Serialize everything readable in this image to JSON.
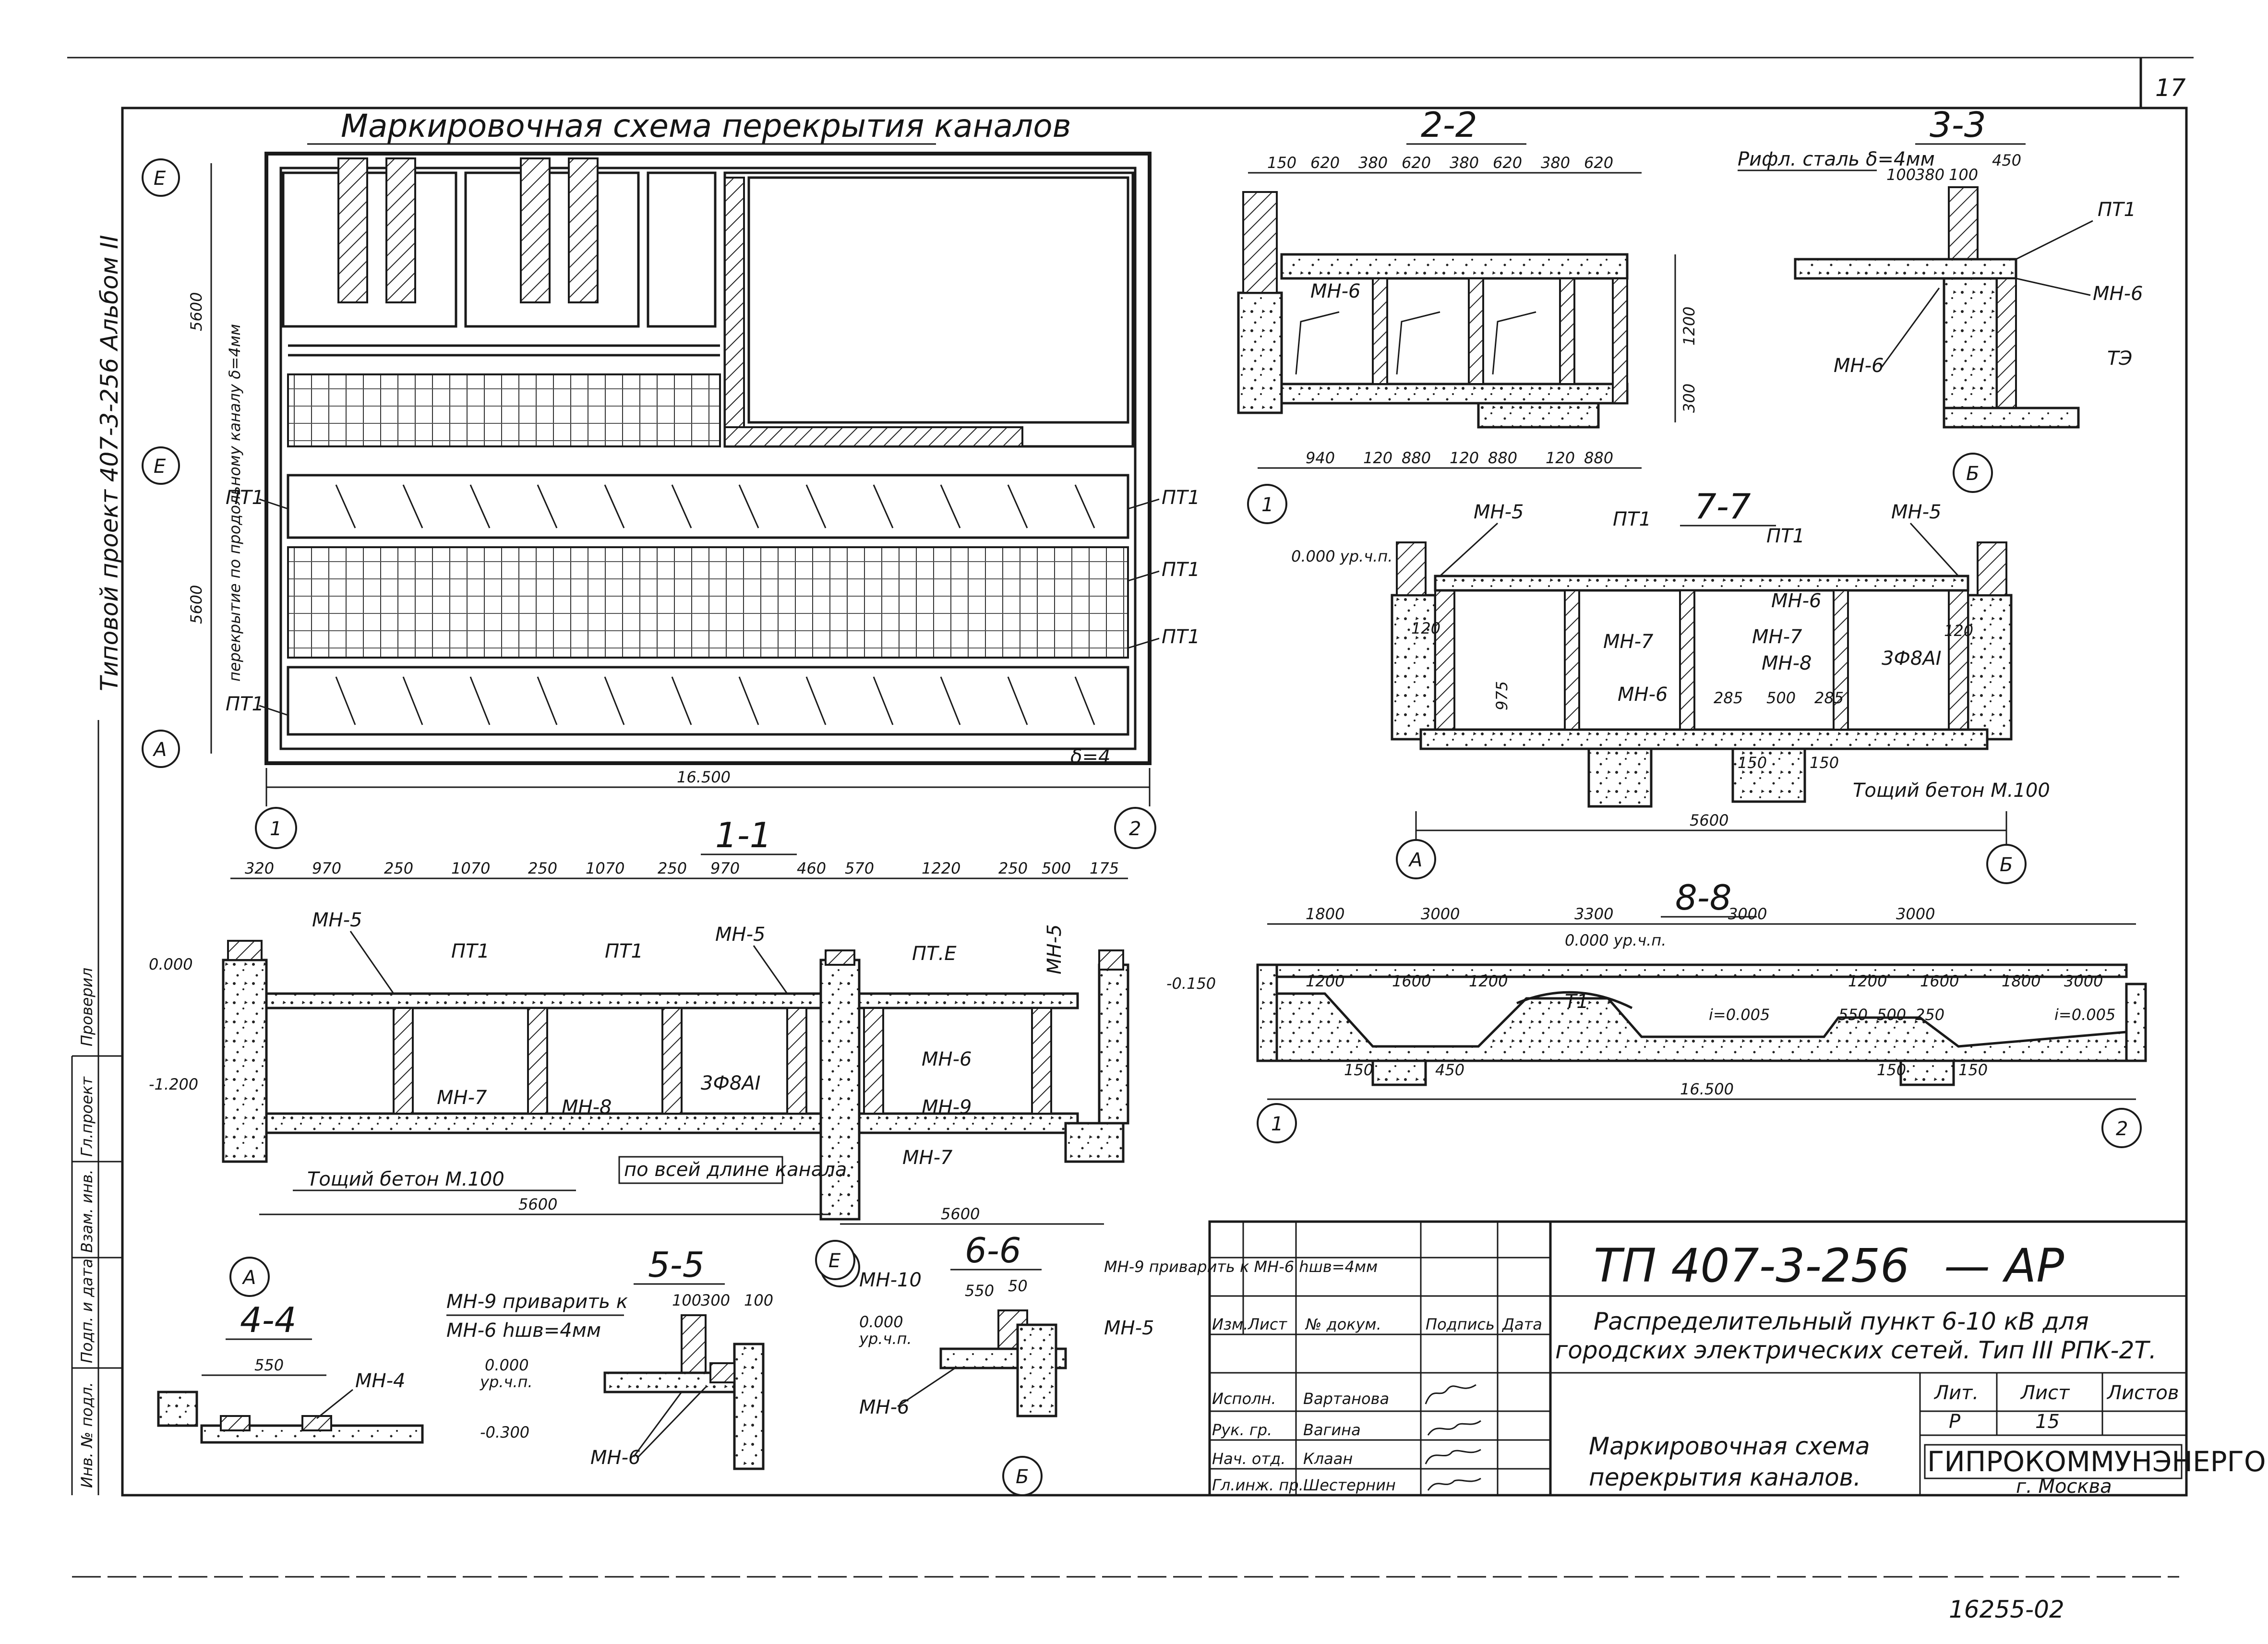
{
  "sheet": {
    "page_number": "17",
    "doc_code": "ТП 407-3-256",
    "doc_suffix": "— АР",
    "bottom_code": "16255-02",
    "side_stamp": "Типовой проект 407-3-256 Альбом II",
    "left_strip": [
      "Гл.проект",
      "Проверил",
      "Взам. инв.",
      "Подп. и дата",
      "Инв. № подл."
    ]
  },
  "plan": {
    "title": "Маркировочная схема перекрытия каналов",
    "dim_height": "5600",
    "dim_width": "16.500",
    "dim_side": "5600",
    "axes_left": [
      "Е",
      "Е",
      "А"
    ],
    "axes_bottom": [
      "1",
      "2"
    ],
    "labels": [
      "ПТ1",
      "ПТ1",
      "ПТ1",
      "ПТ1",
      "ПТ1"
    ],
    "note_left": "перекрытие по продольному каналу δ=4мм",
    "note_steel": "δ=4"
  },
  "section_2_2": {
    "title": "2-2",
    "dims_top": [
      "150",
      "620",
      "380",
      "620",
      "380",
      "620",
      "380",
      "620"
    ],
    "dims_bottom": [
      "940",
      "120",
      "880",
      "120",
      "880",
      "120",
      "880"
    ],
    "dims_side": [
      "1200",
      "300"
    ],
    "labels": [
      "МН-6"
    ],
    "axis": "1"
  },
  "section_3_3": {
    "title": "3-3",
    "note": "Рифл. сталь δ=4мм",
    "dims": [
      "100",
      "380",
      "100",
      "450"
    ],
    "labels": [
      "ПТ1",
      "МН-6",
      "МН-6",
      "ТЭ"
    ],
    "axis": "Б"
  },
  "section_7_7": {
    "title": "7-7",
    "level": "0.000 ур.ч.п.",
    "labels": [
      "МН-5",
      "ПТ1",
      "ПТ1",
      "МН-5",
      "МН-7",
      "МН-7",
      "МН-6",
      "МН-8",
      "3Ф8АI",
      "МН-6"
    ],
    "dims": [
      "120",
      "975",
      "285",
      "500",
      "285",
      "150",
      "150",
      "120"
    ],
    "note": "Тощий бетон М.100",
    "dim_total": "5600",
    "axes": [
      "А",
      "Б"
    ]
  },
  "section_1_1": {
    "title": "1-1",
    "dims_top": [
      "320",
      "970",
      "250",
      "1070",
      "250",
      "1070",
      "250",
      "970",
      "460",
      "570",
      "1220",
      "250",
      "500",
      "175"
    ],
    "labels": [
      "МН-5",
      "ПТ1",
      "ПТ1",
      "МН-5",
      "ПТ.Е",
      "МН-5",
      "МН-6",
      "МН-7",
      "МН-8",
      "3Ф8АI",
      "МН-9",
      "МН-7"
    ],
    "level_left": "0.000",
    "level_right": "-0.150",
    "level_bottom": "-1.200",
    "note_concrete": "Тощий бетон М.100",
    "note_length": "по всей длине канала",
    "dim_total_1": "5600",
    "dim_total_2": "5600",
    "axes": [
      "А",
      "Е"
    ]
  },
  "section_8_8": {
    "title": "8-8",
    "dims_top": [
      "1800",
      "3000",
      "3300",
      "3000",
      "3000"
    ],
    "dims_inner": [
      "1200",
      "1600",
      "1200",
      "1200",
      "1600",
      "1800",
      "3000"
    ],
    "level": "0.000 ур.ч.п.",
    "labels": [
      "Т1"
    ],
    "slope_marks": [
      "i=0.005",
      "i=0.005"
    ],
    "dims_bottom": [
      "150",
      "450",
      "550",
      "500",
      "250",
      "150",
      "150"
    ],
    "dim_total": "16.500",
    "axes": [
      "1",
      "2"
    ]
  },
  "section_4_4": {
    "title": "4-4",
    "dim": "550",
    "label": "МН-4"
  },
  "section_5_5": {
    "title": "5-5",
    "note_line1": "МН-9 приварить к",
    "note_line2": "МН-6 hшв=4мм",
    "dims": [
      "100",
      "300",
      "100"
    ],
    "level_1": "0.000",
    "level_1_note": "ур.ч.п.",
    "level_2": "-0.300",
    "label": "МН-6"
  },
  "section_6_6": {
    "title": "6-6",
    "note": "МН-9 приварить к МН-6 hшв=4мм",
    "dims": [
      "550",
      "50"
    ],
    "labels": [
      "МН-10",
      "МН-5",
      "МН-6"
    ],
    "level": "0.000",
    "level_note": "ур.ч.п.",
    "axes": [
      "Е",
      "Б"
    ]
  },
  "title_block": {
    "headers": [
      "Изм.",
      "Лист",
      "№ докум.",
      "Подпись",
      "Дата"
    ],
    "rows": [
      {
        "role": "Исполн.",
        "name": "Вартанова"
      },
      {
        "role": "Рук. гр.",
        "name": "Вагина"
      },
      {
        "role": "Нач. отд.",
        "name": "Клаан"
      },
      {
        "role": "Гл.инж. пр.",
        "name": "Шестернин"
      }
    ],
    "project_title_1": "Распределительный пункт 6-10 кВ для",
    "project_title_2": "городских электрических сетей. Тип III РПК-2Т.",
    "lit_header": "Лит.",
    "sheet_header": "Лист",
    "sheets_header": "Листов",
    "lit_value": "Р",
    "sheet_value": "15",
    "drawing_title_1": "Маркировочная схема",
    "drawing_title_2": "перекрытия каналов.",
    "org": "ГИПРОКОММУНЭНЕРГО",
    "city": "г. Москва"
  }
}
